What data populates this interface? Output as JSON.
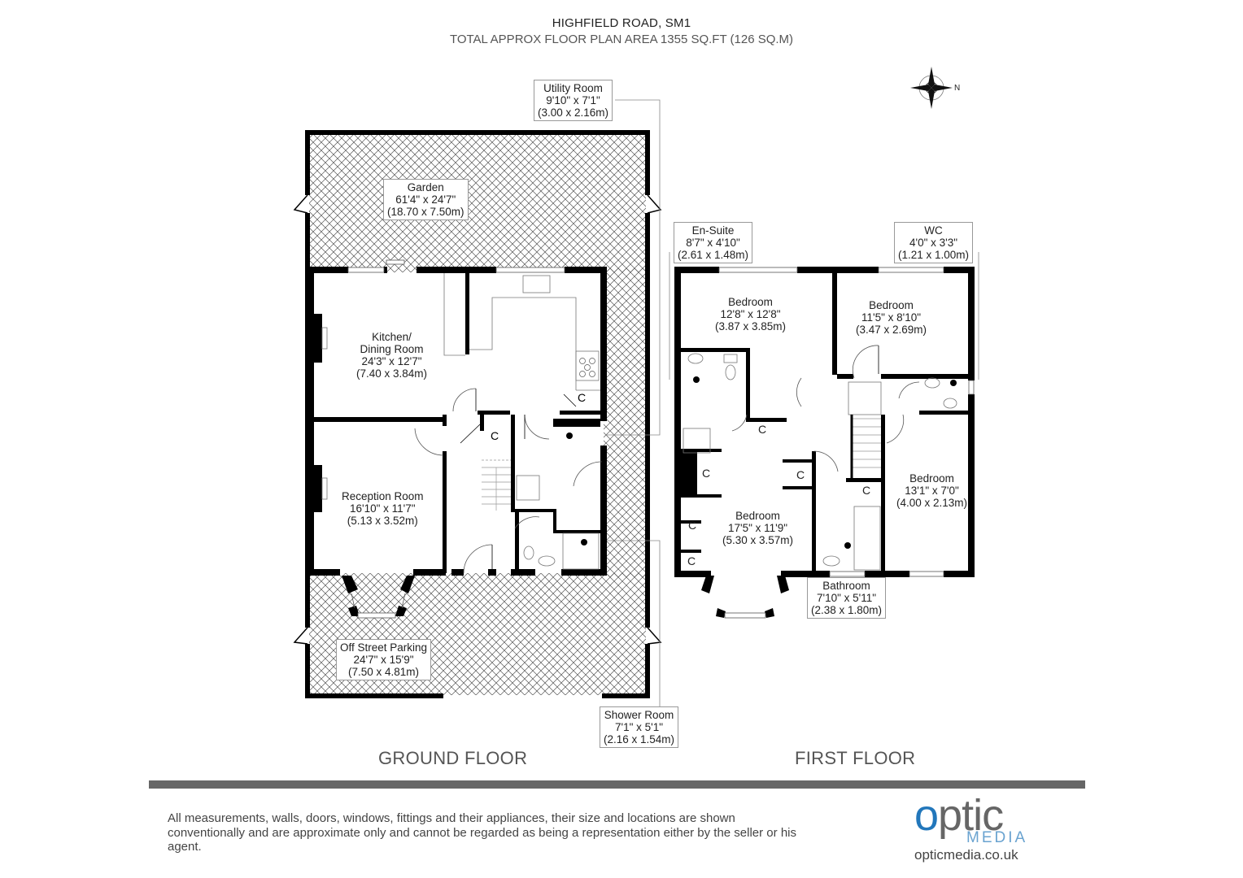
{
  "header": {
    "title": "HIGHFIELD ROAD, SM1",
    "subtitle": "TOTAL APPROX FLOOR PLAN AREA 1355 SQ.FT (126 SQ.M)"
  },
  "compass": {
    "icon": "compass-rose-icon",
    "north_label": "N"
  },
  "ground_floor": {
    "label": "GROUND FLOOR",
    "rooms": [
      {
        "name": "Utility Room",
        "imperial": "9'10\" x 7'1\"",
        "metric": "(3.00 x 2.16m)"
      },
      {
        "name": "Garden",
        "imperial": "61'4\" x 24'7\"",
        "metric": "(18.70 x 7.50m)"
      },
      {
        "name": "Kitchen/",
        "name2": "Dining Room",
        "imperial": "24'3\" x 12'7\"",
        "metric": "(7.40 x 3.84m)"
      },
      {
        "name": "Reception Room",
        "imperial": "16'10\" x 11'7\"",
        "metric": "(5.13 x 3.52m)"
      },
      {
        "name": "Off Street Parking",
        "imperial": "24'7\" x 15'9\"",
        "metric": "(7.50 x 4.81m)"
      },
      {
        "name": "Shower Room",
        "imperial": "7'1\" x 5'1\"",
        "metric": "(2.16 x 1.54m)"
      }
    ],
    "cupboards": [
      "C",
      "C"
    ]
  },
  "first_floor": {
    "label": "FIRST FLOOR",
    "rooms": [
      {
        "name": "En-Suite",
        "imperial": "8'7\" x 4'10\"",
        "metric": "(2.61 x 1.48m)"
      },
      {
        "name": "WC",
        "imperial": "4'0\" x 3'3\"",
        "metric": "(1.21 x 1.00m)"
      },
      {
        "name": "Bedroom",
        "imperial": "12'8\" x 12'8\"",
        "metric": "(3.87 x 3.85m)"
      },
      {
        "name": "Bedroom",
        "imperial": "11'5\" x 8'10\"",
        "metric": "(3.47 x 2.69m)"
      },
      {
        "name": "Bedroom",
        "imperial": "17'5\" x 11'9\"",
        "metric": "(5.30 x 3.57m)"
      },
      {
        "name": "Bedroom",
        "imperial": "13'1\" x 7'0\"",
        "metric": "(4.00 x 2.13m)"
      },
      {
        "name": "Bathroom",
        "imperial": "7'10\" x 5'11\"",
        "metric": "(2.38 x 1.80m)"
      }
    ],
    "cupboards": [
      "C",
      "C",
      "C",
      "C",
      "C",
      "C"
    ]
  },
  "footer": {
    "disclaimer": "All measurements, walls, doors, windows, fittings and their appliances, their size and locations are shown conventionally and are approximate only and cannot be regarded as being a representation either by the seller or his agent.",
    "logo": {
      "o": "o",
      "ptic": "ptic",
      "media": "MEDIA",
      "url": "opticmedia.co.uk"
    },
    "colors": {
      "logo_blue": "#2277bb",
      "logo_grey": "#666666",
      "bar": "#666666"
    }
  }
}
